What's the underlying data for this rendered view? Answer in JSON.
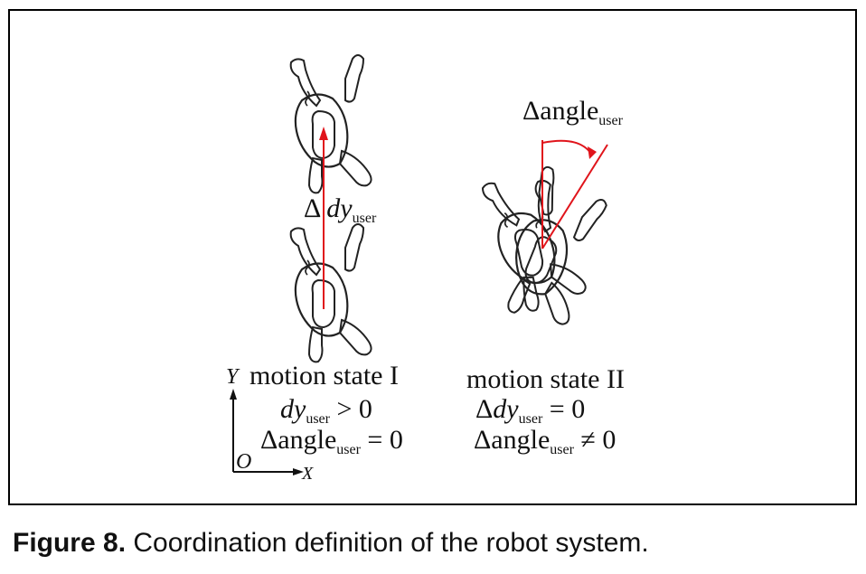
{
  "caption": {
    "label": "Figure 8.",
    "text": "Coordination definition of the robot system."
  },
  "state1": {
    "y_axis": "Y",
    "title": "motion state I",
    "eq1": {
      "var": "dy",
      "sub": "user",
      "rel": " > 0"
    },
    "eq2": {
      "delta": "Δ",
      "var": "angle",
      "sub": "user",
      "rel": " = 0"
    },
    "origin": "O",
    "x_axis": "X"
  },
  "state2": {
    "title": "motion state II",
    "eq1": {
      "delta": "Δ",
      "var": "dy",
      "sub": "user",
      "rel": " = 0"
    },
    "eq2": {
      "delta": "Δ",
      "var": "angle",
      "sub": "user",
      "rel": " ≠ 0"
    }
  },
  "annotations": {
    "dy": {
      "delta": "Δ",
      "var": "dy",
      "sub": "user"
    },
    "angle": {
      "delta": "Δ",
      "var": "angle",
      "sub": "user"
    }
  },
  "colors": {
    "arrow": "#e0141b",
    "line": "#222222"
  }
}
